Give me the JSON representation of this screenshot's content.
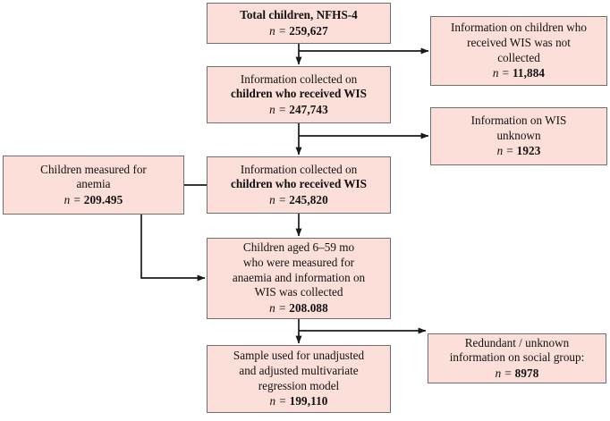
{
  "diagram": {
    "type": "flowchart",
    "title": "Study sample flow diagram, NFHS-4",
    "colors": {
      "node_fill": "#fbdfd8",
      "node_border": "#6f6f6f",
      "edge": "#1a1a1a",
      "text": "#111111",
      "background": "#ffffff"
    },
    "nodes": [
      {
        "id": "total",
        "lines": [
          "Total children, NFHS-4"
        ],
        "n_label": "n =",
        "n_value": "259,627"
      },
      {
        "id": "collected-1",
        "lines": [
          "Information collected on",
          "children who received WIS"
        ],
        "n_label": "n =",
        "n_value": "247,743"
      },
      {
        "id": "collected-2",
        "lines": [
          "Information collected on",
          "children who received WIS"
        ],
        "n_label": "n =",
        "n_value": "245,820"
      },
      {
        "id": "aged",
        "lines": [
          "Children aged 6–59 mo",
          "who were measured for",
          "anaemia and information on",
          "WIS was collected"
        ],
        "n_label": "n =",
        "n_value": "208.088"
      },
      {
        "id": "sample",
        "lines": [
          "Sample used for unadjusted",
          "and adjusted multivariate",
          "regression model"
        ],
        "n_label": "n =",
        "n_value": "199,110"
      },
      {
        "id": "not-collected",
        "lines": [
          "Information on children who",
          "received WIS was not",
          "collected"
        ],
        "n_label": "n =",
        "n_value": "11,884"
      },
      {
        "id": "unknown",
        "lines": [
          "Information on WIS",
          "unknown"
        ],
        "n_label": "n =",
        "n_value": "1923"
      },
      {
        "id": "redundant",
        "lines": [
          "Redundant / unknown",
          "information on social group:"
        ],
        "n_label": "n =",
        "n_value": "8978"
      },
      {
        "id": "anemia",
        "lines": [
          "Children measured for",
          "anemia"
        ],
        "n_label": "n =",
        "n_value": "209.495"
      }
    ],
    "edges": [
      {
        "from": "total",
        "to": "collected-1",
        "kind": "arrow-down"
      },
      {
        "from": "total",
        "to": "not-collected",
        "kind": "arrow-right"
      },
      {
        "from": "collected-1",
        "to": "collected-2",
        "kind": "arrow-down"
      },
      {
        "from": "collected-1",
        "to": "unknown",
        "kind": "arrow-right"
      },
      {
        "from": "anemia",
        "to": "collected-2",
        "kind": "line-right"
      },
      {
        "from": "anemia",
        "to": "aged",
        "kind": "arrow-elbow-right"
      },
      {
        "from": "collected-2",
        "to": "aged",
        "kind": "arrow-down"
      },
      {
        "from": "aged",
        "to": "sample",
        "kind": "arrow-down"
      },
      {
        "from": "aged",
        "to": "redundant",
        "kind": "arrow-right"
      }
    ]
  }
}
